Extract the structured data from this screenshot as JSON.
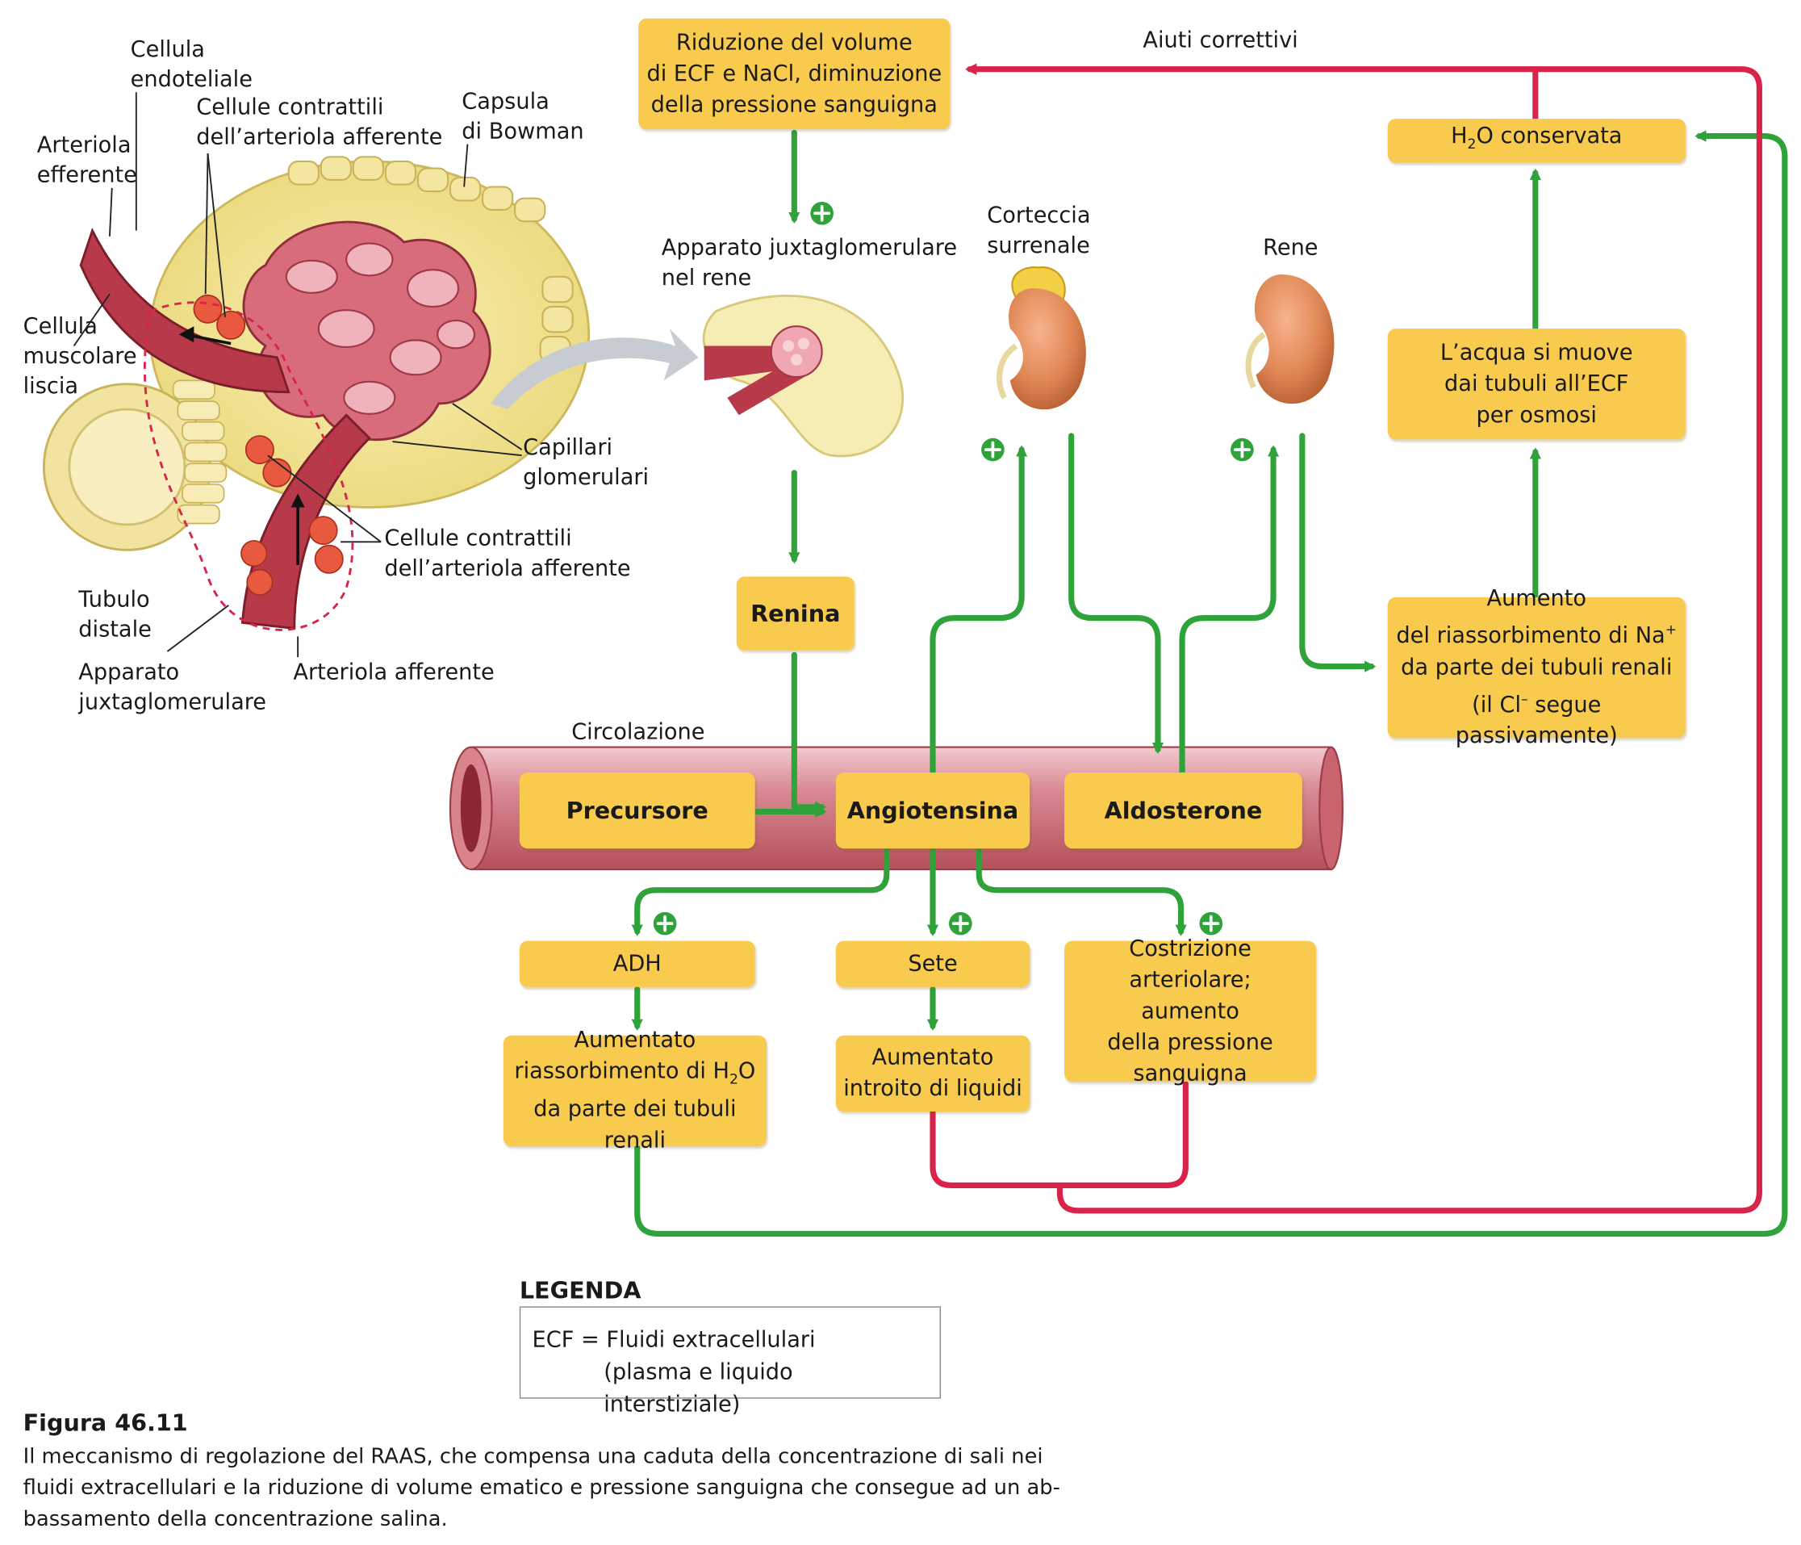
{
  "boxes": {
    "riduzione": "Riduzione del volume\ndi ECF e NaCl, diminuzione\ndella pressione sanguigna",
    "h2o_conservata_pre": "H",
    "h2o_conservata_sub": "2",
    "h2o_conservata_post": "O conservata",
    "acqua_osmosi": "L’acqua si muove\ndai tubuli all’ECF\nper osmosi",
    "aumento_na_pre": "Aumento\ndel riassorbimento di Na",
    "aumento_na_sup": "+",
    "aumento_na_mid": "\nda parte dei tubuli renali\n(il Cl",
    "aumento_na_sup2": "–",
    "aumento_na_post": " segue passivamente)",
    "renina": "Renina",
    "precursore": "Precursore",
    "angiotensina": "Angiotensina",
    "aldosterone": "Aldosterone",
    "adh": "ADH",
    "sete": "Sete",
    "costrizione": "Costrizione arteriolare;\naumento\ndella pressione\nsanguigna",
    "riassorbimento_h2o_pre": "Aumentato\nriassorbimento di H",
    "riassorbimento_h2o_sub": "2",
    "riassorbimento_h2o_post": "O\nda parte dei tubuli renali",
    "introito": "Aumentato\nintroito di liquidi"
  },
  "labels": {
    "aiuti": "Aiuti correttivi",
    "apparato_rene": "Apparato juxtaglomerulare\nnel rene",
    "corteccia": "Corteccia\nsurrenale",
    "rene": "Rene",
    "circolazione": "Circolazione",
    "cellula_endoteliale": "Cellula\nendoteliale",
    "cellule_contrattili_top": "Cellule contrattili\ndell’arteriola afferente",
    "capsula": "Capsula\ndi Bowman",
    "arteriola_efferente": "Arteriola\nefferente",
    "cellula_muscolare": "Cellula\nmuscolare\nliscia",
    "capillari": "Capillari\nglomerulari",
    "cellule_contrattili_bottom": "Cellule contrattili\ndell’arteriola afferente",
    "tubulo": "Tubulo\ndistale",
    "apparato_jg": "Apparato\njuxtaglomerulare",
    "arteriola_afferente": "Arteriola afferente"
  },
  "legend": {
    "title": "LEGENDA",
    "line1": "ECF = Fluidi extracellulari",
    "line2": "(plasma e liquido interstiziale)"
  },
  "figure": {
    "title": "Figura 46.11",
    "caption": "Il meccanismo di regolazione del RAAS, che compensa una caduta della concentrazione di sali nei\nfluidi extracellulari e la riduzione di volume ematico e pressione sanguigna che consegue ad un ab-\nbassamento della concentrazione salina."
  },
  "colors": {
    "box": "#f8cb4e",
    "green_arrow": "#2fa23a",
    "red_arrow": "#d8234a",
    "vessel": "#c9636d"
  },
  "icons": [
    "plus-circle-icon",
    "kidney-icon",
    "adrenal-kidney-icon",
    "glomerulus-illustration"
  ]
}
